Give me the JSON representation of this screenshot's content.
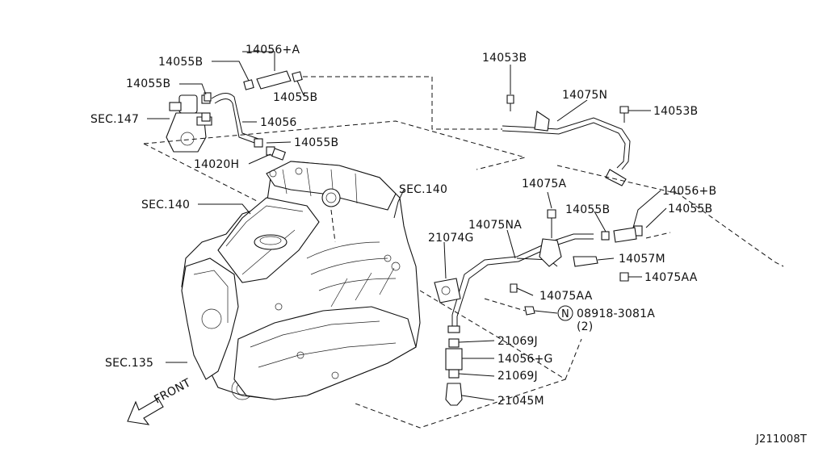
{
  "diagram_id": "J211008T",
  "front_label": "FRONT",
  "sections": {
    "sec147": "SEC.147",
    "sec140_top": "SEC.140",
    "sec140_side": "SEC.140",
    "sec135": "SEC.135"
  },
  "parts": {
    "p14056_a": "14056+A",
    "p14055b_1": "14055B",
    "p14055b_2": "14055B",
    "p14055b_3": "14055B",
    "p14056": "14056",
    "p14055b_4": "14055B",
    "p14020h": "14020H",
    "p14053b_1": "14053B",
    "p14075n": "14075N",
    "p14053b_2": "14053B",
    "p14075a": "14075A",
    "p14056_b": "14056+B",
    "p14055b_5": "14055B",
    "p14055b_6": "14055B",
    "p14075na": "14075NA",
    "p21074g": "21074G",
    "p14057m": "14057M",
    "p14075aa_1": "14075AA",
    "p14075aa_2": "14075AA",
    "p08918": "08918-3081A",
    "p08918_qty": "(2)",
    "p08918_prefix": "N",
    "p21069j_1": "21069J",
    "p14056_g": "14056+G",
    "p21069j_2": "21069J",
    "p21045m": "21045M"
  }
}
